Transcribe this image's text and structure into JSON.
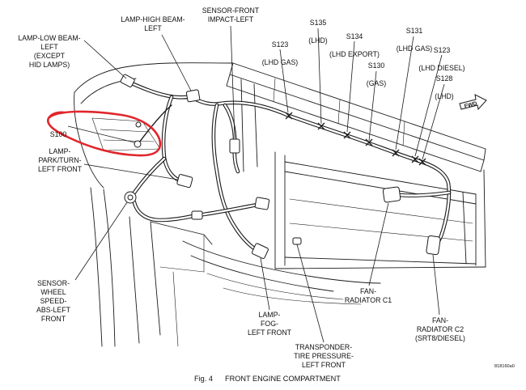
{
  "diagram": {
    "caption": {
      "figure": "Fig. 4",
      "title": "FRONT ENGINE COMPARTMENT"
    },
    "part_code": "818160a0",
    "direction_marker": "FWD"
  },
  "components": {
    "lamp_low_beam_left": "LAMP-LOW BEAM-\nLEFT\n(EXCEPT\nHID LAMPS)",
    "lamp_high_beam_left": "LAMP-HIGH BEAM-\nLEFT",
    "sensor_front_impact_left": "SENSOR-FRONT\nIMPACT-LEFT",
    "lamp_park_turn_left_front": "LAMP-\nPARK/TURN-\nLEFT FRONT",
    "sensor_wheel_speed_abs_left_front": "SENSOR-\nWHEEL\nSPEED-\nABS-LEFT\nFRONT",
    "lamp_fog_left_front": "LAMP-\nFOG-\nLEFT FRONT",
    "transponder_tire_pressure_left_front": "TRANSPONDER-\nTIRE PRESSURE-\nLEFT FRONT",
    "fan_radiator_c1": "FAN-\nRADIATOR C1",
    "fan_radiator_c2": "FAN-\nRADIATOR C2\n(SRT8/DIESEL)"
  },
  "splices": {
    "s100": {
      "id": "S100"
    },
    "s123_lhd_gas": {
      "id": "S123",
      "note": "(LHD GAS)"
    },
    "s135": {
      "id": "S135",
      "note": "(LHD)"
    },
    "s134": {
      "id": "S134",
      "note": "(LHD EXPORT)"
    },
    "s130": {
      "id": "S130",
      "note": "(GAS)"
    },
    "s131": {
      "id": "S131",
      "note": "(LHD GAS)"
    },
    "s123_lhd_diesel": {
      "id": "S123",
      "note": "(LHD DIESEL)"
    },
    "s128": {
      "id": "S128",
      "note": "(LHD)"
    }
  },
  "colors": {
    "linework": "#1a1a1a",
    "annotation_circle": "#e0262b",
    "background": "#ffffff"
  }
}
